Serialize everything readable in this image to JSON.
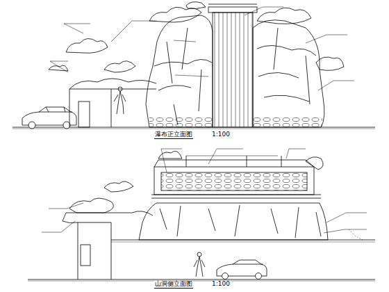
{
  "diagram": {
    "labels": [
      "瀑布正立面图",
      "1:100",
      "山洞侧立面图",
      "1:100"
    ]
  }
}
